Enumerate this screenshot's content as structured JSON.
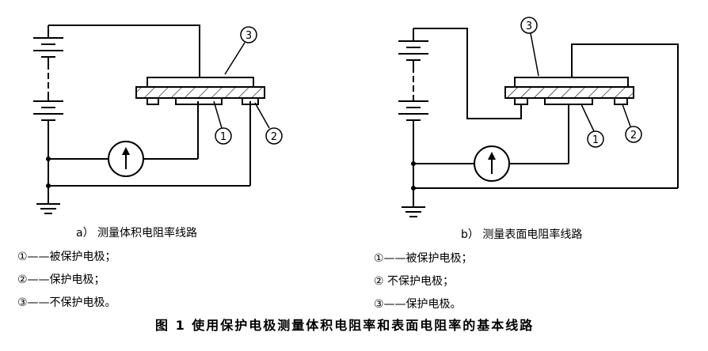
{
  "diagrams": {
    "a": {
      "caption": "a）  测量体积电阻率线路",
      "labels": {
        "m1": "1",
        "m2": "2",
        "m3": "3"
      },
      "legend": [
        "①——被保护电极；",
        "②——保护电极；",
        "③——不保护电极。"
      ]
    },
    "b": {
      "caption": "b）  测量表面电阻率线路",
      "labels": {
        "m1": "1",
        "m2": "2",
        "m3": "3"
      },
      "legend": [
        "①——被保护电极；",
        "②    不保护电极；",
        "③——保护电极。"
      ]
    }
  },
  "figure_title": "图 1   使用保护电极测量体积电阻率和表面电阻率的基本线路",
  "icons": {
    "meter": "galvanometer-icon",
    "battery": "battery-icon",
    "ground": "ground-icon"
  },
  "colors": {
    "line": "#000000",
    "background": "#ffffff"
  }
}
